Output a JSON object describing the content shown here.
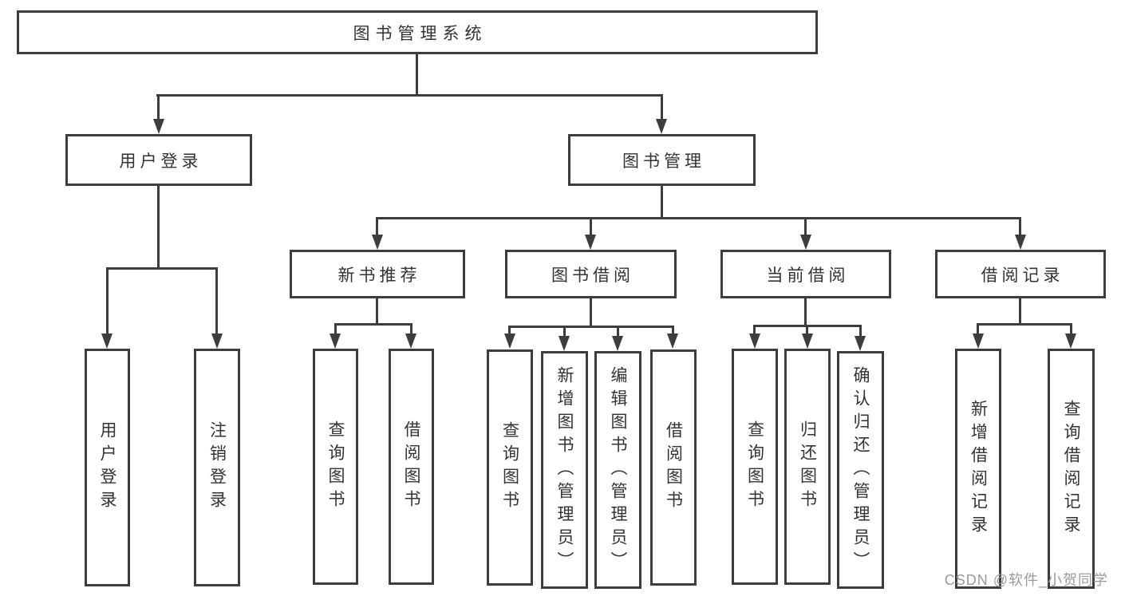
{
  "diagram": {
    "root": {
      "label": "图书管理系统"
    },
    "branches": [
      {
        "label": "用户登录",
        "children": [
          {
            "label": "用户登录"
          },
          {
            "label": "注销登录"
          }
        ]
      },
      {
        "label": "图书管理",
        "children": [
          {
            "label": "新书推荐",
            "children": [
              {
                "label": "查询图书"
              },
              {
                "label": "借阅图书"
              }
            ]
          },
          {
            "label": "图书借阅",
            "children": [
              {
                "label": "查询图书"
              },
              {
                "label": "新增图书（管理员）"
              },
              {
                "label": "编辑图书（管理员）"
              },
              {
                "label": "借阅图书"
              }
            ]
          },
          {
            "label": "当前借阅",
            "children": [
              {
                "label": "查询图书"
              },
              {
                "label": "归还图书"
              },
              {
                "label": "确认归还（管理员）"
              }
            ]
          },
          {
            "label": "借阅记录",
            "children": [
              {
                "label": "新增借阅记录"
              },
              {
                "label": "查询借阅记录"
              }
            ]
          }
        ]
      }
    ]
  },
  "watermark": {
    "text": "CSDN @软件_小贺同学"
  },
  "colors": {
    "line": "#3d3d3d",
    "text": "#333333",
    "bg": "#ffffff",
    "watermark": "#9b9b9b"
  }
}
